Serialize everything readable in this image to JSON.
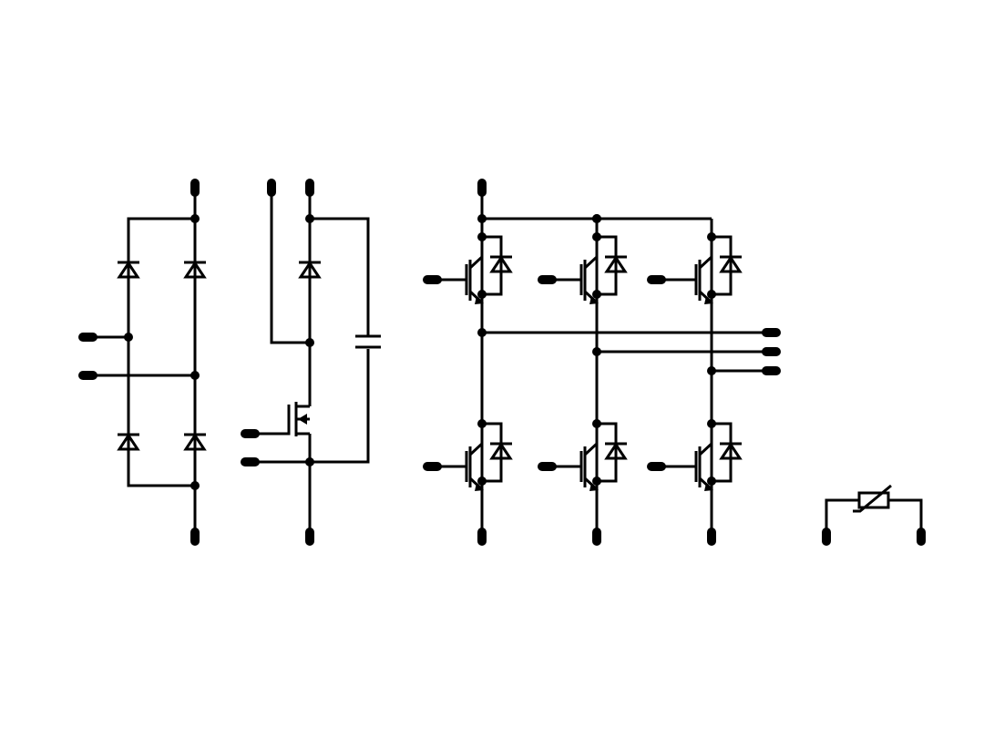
{
  "diagram": {
    "background": "#ffffff",
    "line_color": "#000000",
    "sections": [
      {
        "name": "rectifier-bridge",
        "parts": [
          "diode",
          "diode",
          "diode",
          "diode"
        ]
      },
      {
        "name": "brake-chopper",
        "parts": [
          "diode",
          "mosfet",
          "capacitor"
        ]
      },
      {
        "name": "inverter",
        "parts": [
          "igbt",
          "igbt",
          "igbt",
          "igbt",
          "igbt",
          "igbt",
          "diode",
          "diode",
          "diode",
          "diode",
          "diode",
          "diode"
        ]
      },
      {
        "name": "thermistor",
        "parts": [
          "ntc-resistor"
        ]
      }
    ]
  }
}
